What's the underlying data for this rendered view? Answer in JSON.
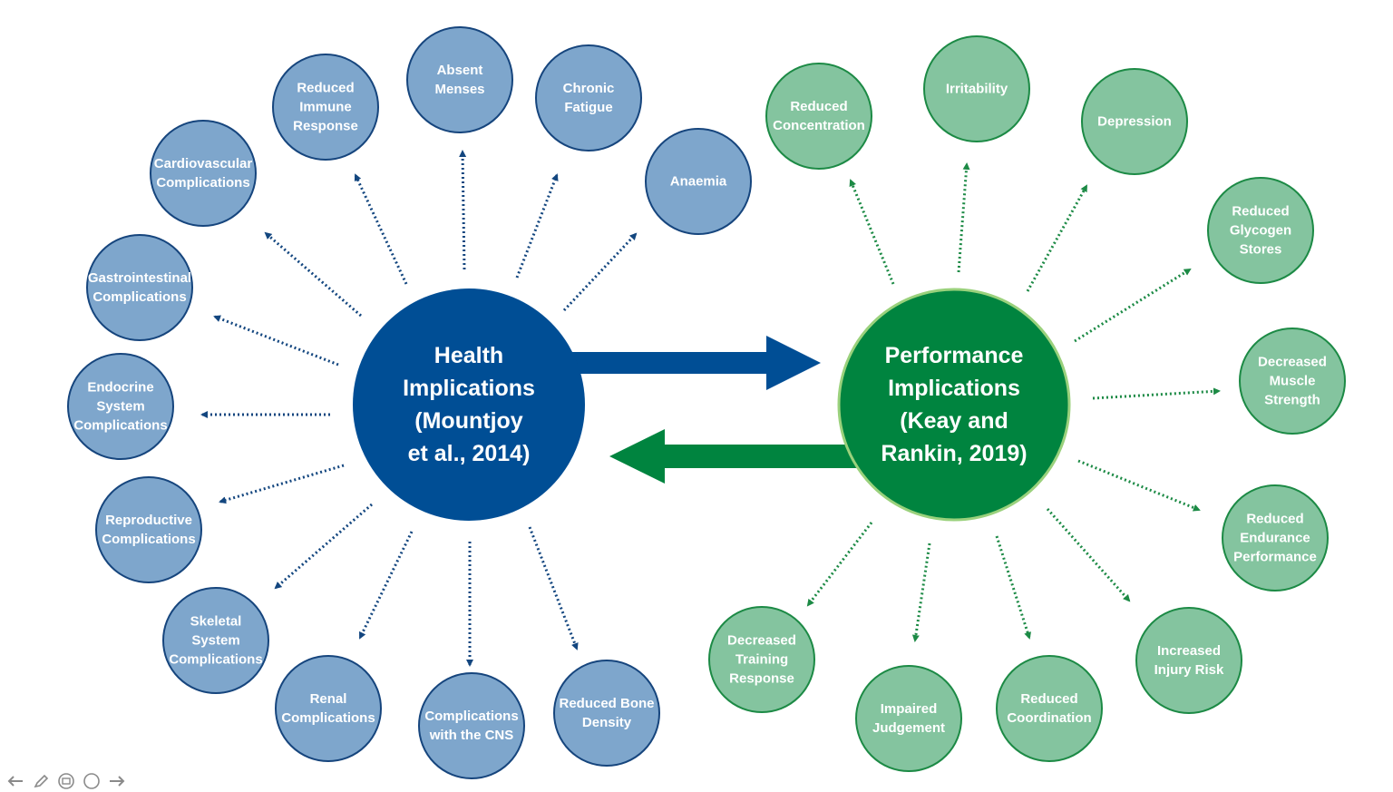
{
  "colors": {
    "health_center": "#004e95",
    "health_node": "#7ea6cc",
    "health_node_stroke": "#16457d",
    "health_arrow": "#13467f",
    "perf_center": "#00843f",
    "perf_center_stroke": "#9ad17c",
    "perf_node": "#84c49f",
    "perf_node_stroke": "#1c8a45",
    "perf_arrow": "#1c8a45",
    "controls": "#8a8a8a"
  },
  "health_center": {
    "lines": [
      "Health",
      "Implications",
      "(Mountjoy",
      "et al., 2014)"
    ]
  },
  "performance_center": {
    "lines": [
      "Performance",
      "Implications",
      "(Keay and",
      "Rankin, 2019)"
    ]
  },
  "health_nodes": [
    {
      "id": "absent-menses",
      "lines": [
        "Absent",
        "Menses"
      ]
    },
    {
      "id": "chronic-fatigue",
      "lines": [
        "Chronic",
        "Fatigue"
      ]
    },
    {
      "id": "anaemia",
      "lines": [
        "Anaemia"
      ]
    },
    {
      "id": "reduced-immune-response",
      "lines": [
        "Reduced",
        "Immune",
        "Response"
      ]
    },
    {
      "id": "cardiovascular-complications",
      "lines": [
        "Cardiovascular",
        "Complications"
      ]
    },
    {
      "id": "gastrointestinal-complications",
      "lines": [
        "Gastrointestinal",
        "Complications"
      ]
    },
    {
      "id": "endocrine-system-complications",
      "lines": [
        "Endocrine",
        "System",
        "Complications"
      ]
    },
    {
      "id": "reproductive-complications",
      "lines": [
        "Reproductive",
        "Complications"
      ]
    },
    {
      "id": "skeletal-system-complications",
      "lines": [
        "Skeletal",
        "System",
        "Complications"
      ]
    },
    {
      "id": "renal-complications",
      "lines": [
        "Renal",
        "Complications"
      ]
    },
    {
      "id": "complications-with-the-cns",
      "lines": [
        "Complications",
        "with the CNS"
      ]
    },
    {
      "id": "reduced-bone-density",
      "lines": [
        "Reduced Bone",
        "Density"
      ]
    }
  ],
  "performance_nodes": [
    {
      "id": "reduced-concentration",
      "lines": [
        "Reduced",
        "Concentration"
      ]
    },
    {
      "id": "irritability",
      "lines": [
        "Irritability"
      ]
    },
    {
      "id": "depression",
      "lines": [
        "Depression"
      ]
    },
    {
      "id": "reduced-glycogen-stores",
      "lines": [
        "Reduced",
        "Glycogen",
        "Stores"
      ]
    },
    {
      "id": "decreased-muscle-strength",
      "lines": [
        "Decreased",
        "Muscle",
        "Strength"
      ]
    },
    {
      "id": "reduced-endurance-performance",
      "lines": [
        "Reduced",
        "Endurance",
        "Performance"
      ]
    },
    {
      "id": "increased-injury-risk",
      "lines": [
        "Increased",
        "Injury Risk"
      ]
    },
    {
      "id": "reduced-coordination",
      "lines": [
        "Reduced",
        "Coordination"
      ]
    },
    {
      "id": "impaired-judgement",
      "lines": [
        "Impaired",
        "Judgement"
      ]
    },
    {
      "id": "decreased-training-response",
      "lines": [
        "Decreased",
        "Training",
        "Response"
      ]
    }
  ],
  "controls": [
    {
      "id": "previous",
      "icon": "arrow-left-icon"
    },
    {
      "id": "pen",
      "icon": "pen-icon"
    },
    {
      "id": "slides",
      "icon": "slides-icon"
    },
    {
      "id": "zoom",
      "icon": "zoom-icon"
    },
    {
      "id": "next",
      "icon": "arrow-right-icon"
    }
  ]
}
